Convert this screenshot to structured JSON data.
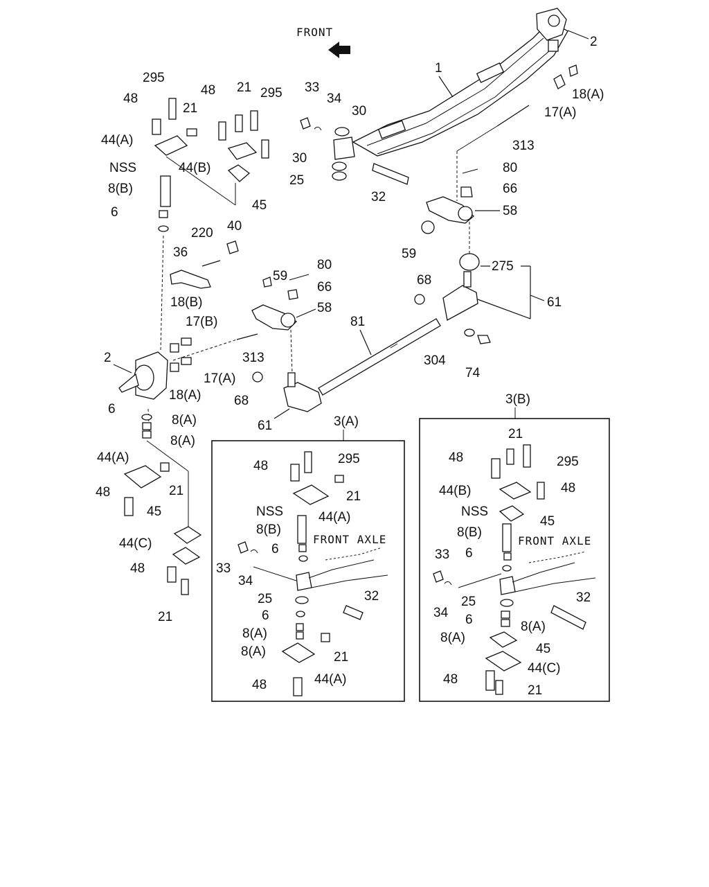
{
  "header": {
    "front_label": "FRONT"
  },
  "insets": [
    {
      "title": "3(A)",
      "axle_label": "FRONT  AXLE"
    },
    {
      "title": "3(B)",
      "axle_label": "FRONT  AXLE"
    }
  ],
  "callouts": {
    "main": [
      "1",
      "2",
      "18(A)",
      "17(A)",
      "313",
      "80",
      "66",
      "58",
      "59",
      "275",
      "61",
      "295",
      "48",
      "21",
      "44(A)",
      "44(B)",
      "45",
      "NSS",
      "8(B)",
      "6",
      "33",
      "34",
      "30",
      "30",
      "25",
      "32",
      "220",
      "40",
      "36",
      "18(B)",
      "17(B)",
      "2",
      "313",
      "17(A)",
      "18(A)",
      "59",
      "80",
      "66",
      "58",
      "81",
      "68",
      "304",
      "74",
      "68",
      "61",
      "6",
      "8(A)",
      "8(A)",
      "44(A)",
      "21",
      "48",
      "45",
      "44(C)",
      "48",
      "21",
      "48",
      "295",
      "21"
    ],
    "inset_a": [
      "48",
      "295",
      "21",
      "NSS",
      "44(A)",
      "8(B)",
      "6",
      "33",
      "34",
      "25",
      "32",
      "6",
      "8(A)",
      "8(A)",
      "21",
      "44(A)",
      "48"
    ],
    "inset_b": [
      "21",
      "48",
      "295",
      "44(B)",
      "48",
      "NSS",
      "45",
      "8(B)",
      "33",
      "6",
      "34",
      "25",
      "32",
      "6",
      "8(A)",
      "8(A)",
      "45",
      "44(C)",
      "48",
      "21"
    ]
  }
}
